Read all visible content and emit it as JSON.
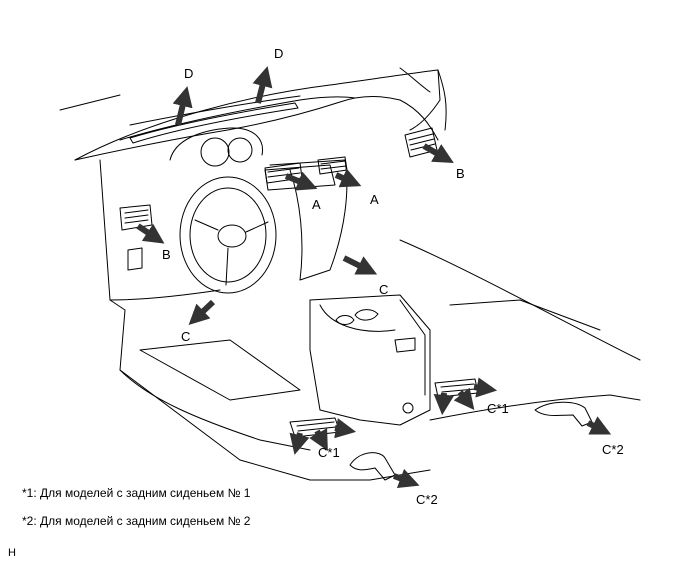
{
  "callouts": {
    "d_left": "D",
    "d_right": "D",
    "a_left": "A",
    "a_right": "A",
    "b_left": "B",
    "b_right": "B",
    "c_floor_left": "C",
    "c_console": "C",
    "c1_front": "C*1",
    "c1_rear": "C*1",
    "c2_front": "C*2",
    "c2_rear": "C*2"
  },
  "notes": [
    "*1: Для моделей с задним сиденьем № 1",
    "*2: Для моделей с задним сиденьем № 2"
  ],
  "figure_id": "H",
  "colors": {
    "line": "#000000",
    "arrow": "#333333",
    "background": "#ffffff"
  }
}
